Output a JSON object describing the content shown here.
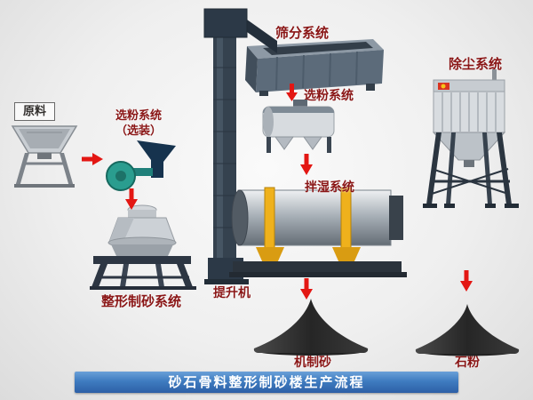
{
  "banner": {
    "title": "砂石骨料整形制砂楼生产流程"
  },
  "labels": {
    "raw_material": "原料",
    "optional_classifier_line1": "选粉系统",
    "optional_classifier_line2": "（选装）",
    "screening": "筛分系统",
    "classifier": "选粉系统",
    "dust_removal": "除尘系统",
    "wet_mixing": "拌湿系统",
    "shaping_sand_making": "整形制砂系统",
    "bucket_elevator": "提升机",
    "machine_made_sand": "机制砂",
    "stone_powder": "石粉"
  },
  "colors": {
    "label_red": "#8a1616",
    "arrow_red": "#e31713",
    "banner_blue": "#3f7cc0",
    "banner_text": "#ffffff",
    "drum_yellow": "#efb11c",
    "teal_machine": "#2a9d8f",
    "background": "#ececec"
  },
  "flow_edges": [
    {
      "from": "原料",
      "to": "选粉系统（选装）"
    },
    {
      "from": "选粉系统（选装）",
      "to": "整形制砂系统"
    },
    {
      "from": "筛分系统",
      "to": "选粉系统"
    },
    {
      "from": "选粉系统",
      "to": "拌湿系统"
    },
    {
      "from": "拌湿系统",
      "to": "机制砂"
    },
    {
      "from": "除尘系统",
      "to": "石粉"
    }
  ]
}
